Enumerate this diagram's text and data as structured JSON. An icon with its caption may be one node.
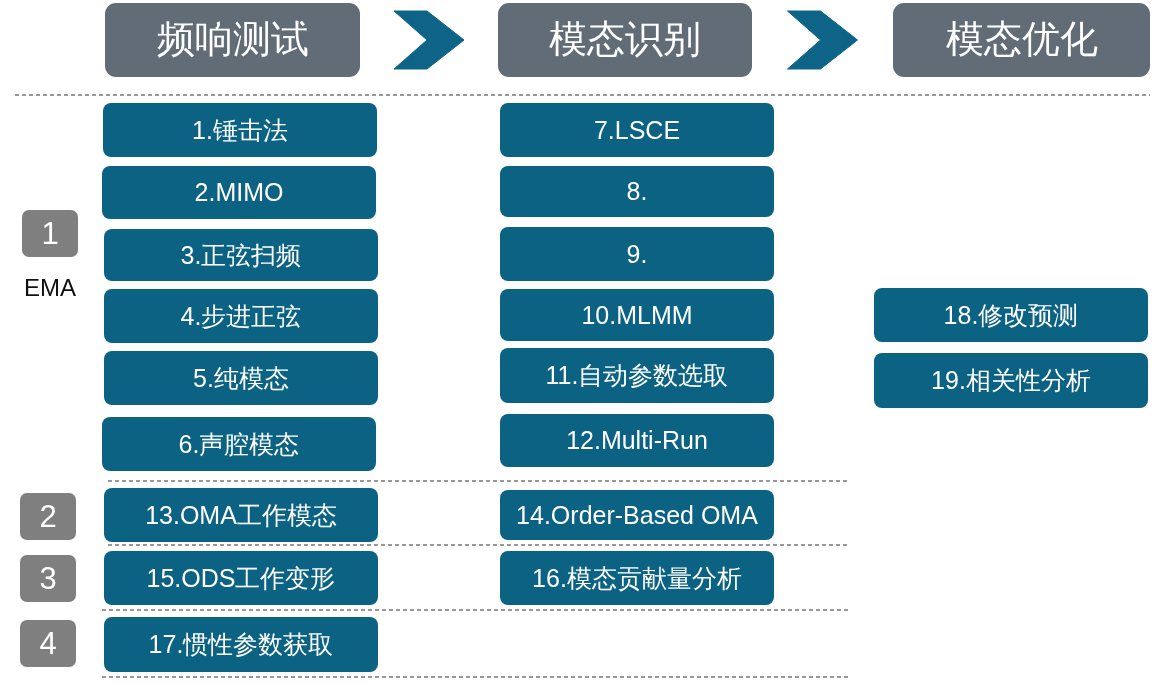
{
  "diagram": {
    "nodes": [
      {
        "text": [
          "频响测试"
        ]
      },
      {
        "text": [
          "模态识别"
        ]
      },
      {
        "text": [
          "模态优化"
        ]
      },
      {
        "text": [
          "1"
        ],
        "beside": [
          "EMA"
        ]
      },
      {
        "text": [
          "1.锤击法"
        ]
      },
      {
        "text": [
          "2.MIMO"
        ]
      },
      {
        "text": [
          "3.正弦扫频"
        ]
      },
      {
        "text": [
          "4.步进正弦"
        ]
      },
      {
        "text": [
          "5.纯模态"
        ]
      },
      {
        "text": [
          "6.声腔模态"
        ]
      },
      {
        "text": [
          "7.LSCE"
        ]
      },
      {
        "text": [
          "8."
        ]
      },
      {
        "text": [
          "9."
        ]
      },
      {
        "text": [
          "10.MLMM"
        ]
      },
      {
        "text": [
          "11.自动参数选取"
        ]
      },
      {
        "text": [
          "12.Multi-Run"
        ]
      },
      {
        "text": [
          "2"
        ]
      },
      {
        "text": [
          "13.OMA工作模态"
        ]
      },
      {
        "text": [
          "14.Order-Based OMA"
        ]
      },
      {
        "text": [
          "3"
        ]
      },
      {
        "text": [
          "15.ODS工作变形"
        ]
      },
      {
        "text": [
          "16.模态贡献量分析"
        ]
      },
      {
        "text": [
          "4"
        ]
      },
      {
        "text": [
          "17.惯性参数获取"
        ]
      },
      {
        "text": [
          "18.修改预测"
        ]
      },
      {
        "text": [
          "19.相关性分析"
        ]
      }
    ],
    "edges": [
      {
        "from": 0,
        "to": 1,
        "arrow": "to"
      },
      {
        "from": 1,
        "to": 2,
        "arrow": "to"
      }
    ]
  }
}
